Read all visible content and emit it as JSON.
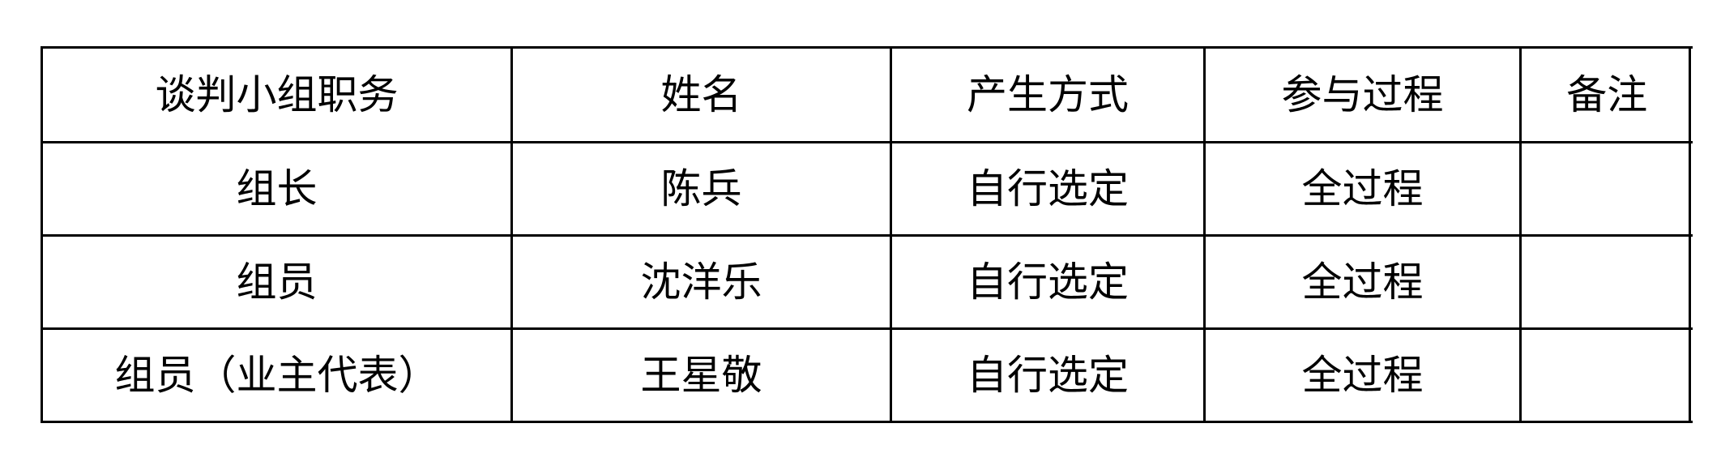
{
  "table": {
    "headers": [
      "谈判小组职务",
      "姓名",
      "产生方式",
      "参与过程",
      "备注"
    ],
    "rows": [
      [
        "组长",
        "陈兵",
        "自行选定",
        "全过程",
        ""
      ],
      [
        "组员",
        "沈洋乐",
        "自行选定",
        "全过程",
        ""
      ],
      [
        "组员（业主代表）",
        "王星敬",
        "自行选定",
        "全过程",
        ""
      ]
    ]
  }
}
